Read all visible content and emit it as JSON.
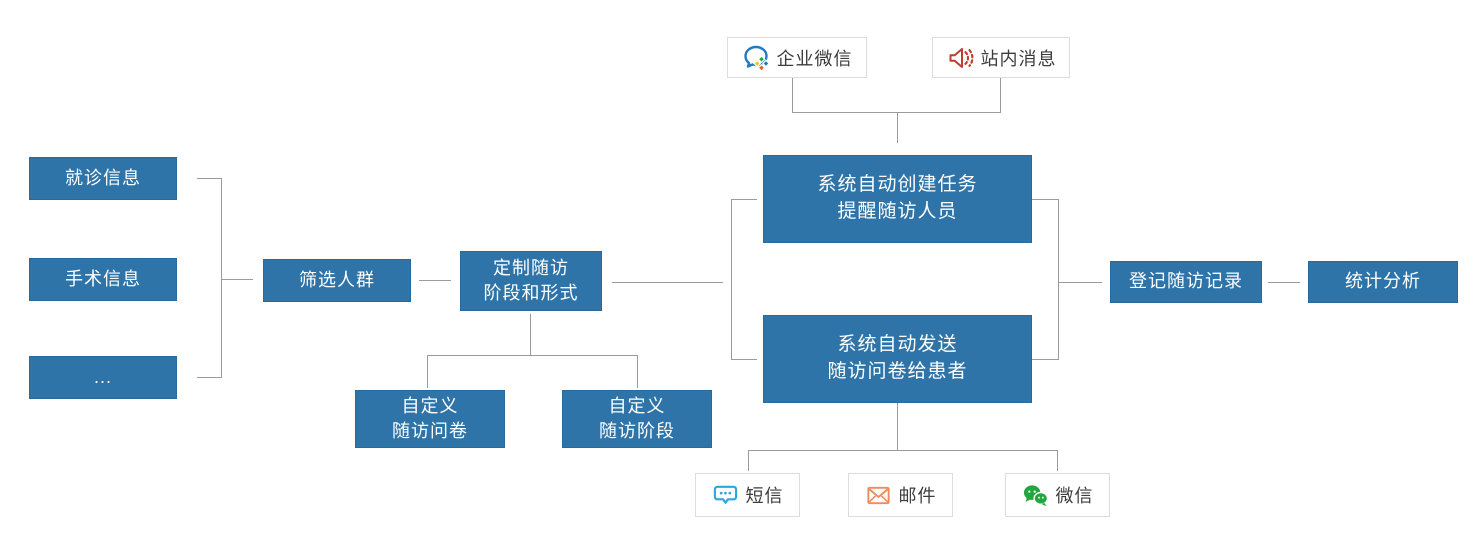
{
  "colors": {
    "box_blue": "#2E74A8",
    "box_blue_border": "#2A6A9A",
    "box_text": "#FFFFFF",
    "label_text": "#3C3C3C",
    "line_gray": "#9B9B9B",
    "white_box_border": "#DCDCDC",
    "icon_blue": "#2779BE",
    "icon_red": "#C23B2E",
    "icon_lightblue": "#29A8E0",
    "icon_orange": "#EF8A5A",
    "icon_green": "#22A73F",
    "icon_yellow": "#FBC412",
    "icon_orange2": "#F05A28"
  },
  "left_sources": {
    "items": [
      {
        "label": "就诊信息"
      },
      {
        "label": "手术信息"
      },
      {
        "label": "..."
      }
    ]
  },
  "pipeline": {
    "filter_label": "筛选人群",
    "customize_label": "定制随访\n阶段和形式",
    "custom_questionnaire_label": "自定义\n随访问卷",
    "custom_stage_label": "自定义\n随访阶段",
    "auto_task_label": "系统自动创建任务\n提醒随访人员",
    "auto_send_label": "系统自动发送\n随访问卷给患者",
    "record_label": "登记随访记录",
    "stats_label": "统计分析"
  },
  "staff_notify_channels": {
    "wework_label": "企业微信",
    "site_message_label": "站内消息"
  },
  "patient_send_channels": {
    "sms_label": "短信",
    "email_label": "邮件",
    "wechat_label": "微信"
  }
}
